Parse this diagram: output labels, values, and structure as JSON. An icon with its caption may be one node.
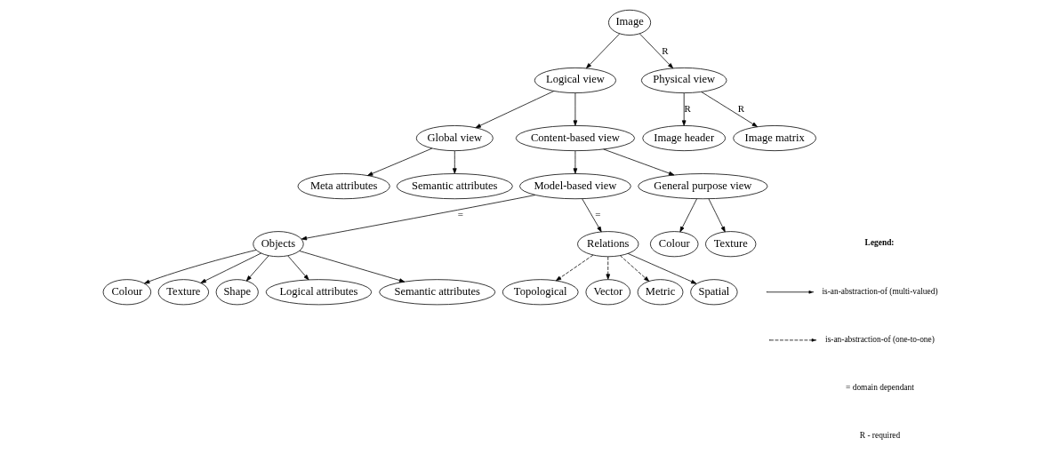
{
  "diagram": {
    "nodes": [
      {
        "text": [
          "Image"
        ]
      },
      {
        "text": [
          "Logical view"
        ]
      },
      {
        "text": [
          "Physical view"
        ]
      },
      {
        "text": [
          "Global view"
        ]
      },
      {
        "text": [
          "Content-based view"
        ]
      },
      {
        "text": [
          "Image header"
        ]
      },
      {
        "text": [
          "Image matrix"
        ]
      },
      {
        "text": [
          "Meta attributes"
        ]
      },
      {
        "text": [
          "Semantic attributes"
        ]
      },
      {
        "text": [
          "Model-based view"
        ]
      },
      {
        "text": [
          "General purpose view"
        ]
      },
      {
        "text": [
          "Objects"
        ]
      },
      {
        "text": [
          "Relations"
        ]
      },
      {
        "text": [
          "Colour"
        ]
      },
      {
        "text": [
          "Texture"
        ]
      },
      {
        "text": [
          "Colour"
        ]
      },
      {
        "text": [
          "Texture"
        ]
      },
      {
        "text": [
          "Shape"
        ]
      },
      {
        "text": [
          "Logical attributes"
        ]
      },
      {
        "text": [
          "Semantic attributes"
        ]
      },
      {
        "text": [
          "Topological"
        ]
      },
      {
        "text": [
          "Vector"
        ]
      },
      {
        "text": [
          "Metric"
        ]
      },
      {
        "text": [
          "Spatial"
        ]
      }
    ],
    "edges": [
      {
        "from": 0,
        "to": 1,
        "arrow": "to"
      },
      {
        "from": 0,
        "to": 2,
        "arrow": "to",
        "label": "R"
      },
      {
        "from": 1,
        "to": 3,
        "arrow": "to"
      },
      {
        "from": 1,
        "to": 4,
        "arrow": "to"
      },
      {
        "from": 2,
        "to": 5,
        "arrow": "to",
        "label": "R"
      },
      {
        "from": 2,
        "to": 6,
        "arrow": "to",
        "label": "R"
      },
      {
        "from": 3,
        "to": 7,
        "arrow": "to"
      },
      {
        "from": 3,
        "to": 8,
        "arrow": "to"
      },
      {
        "from": 4,
        "to": 9,
        "arrow": "to"
      },
      {
        "from": 4,
        "to": 10,
        "arrow": "to"
      },
      {
        "from": 9,
        "to": 11,
        "arrow": "to",
        "label": "="
      },
      {
        "from": 9,
        "to": 12,
        "arrow": "to",
        "label": "="
      },
      {
        "from": 10,
        "to": 13,
        "arrow": "to"
      },
      {
        "from": 10,
        "to": 14,
        "arrow": "to"
      },
      {
        "from": 11,
        "to": 15,
        "arrow": "to"
      },
      {
        "from": 11,
        "to": 16,
        "arrow": "to"
      },
      {
        "from": 11,
        "to": 17,
        "arrow": "to"
      },
      {
        "from": 11,
        "to": 18,
        "arrow": "to"
      },
      {
        "from": 11,
        "to": 19,
        "arrow": "to"
      },
      {
        "from": 12,
        "to": 20,
        "arrow": "to",
        "style": "dashed"
      },
      {
        "from": 12,
        "to": 21,
        "arrow": "to",
        "style": "dashed"
      },
      {
        "from": 12,
        "to": 22,
        "arrow": "to",
        "style": "dashed"
      },
      {
        "from": 12,
        "to": 23,
        "arrow": "to"
      }
    ],
    "labels": [
      "Legend:"
    ],
    "legend": [
      {
        "text": "is-an-abstraction-of (multi-valued)"
      },
      {
        "text": "is-an-abstraction-of (one-to-one)"
      },
      {
        "text": "= domain dependant"
      },
      {
        "text": "R - required"
      }
    ]
  }
}
